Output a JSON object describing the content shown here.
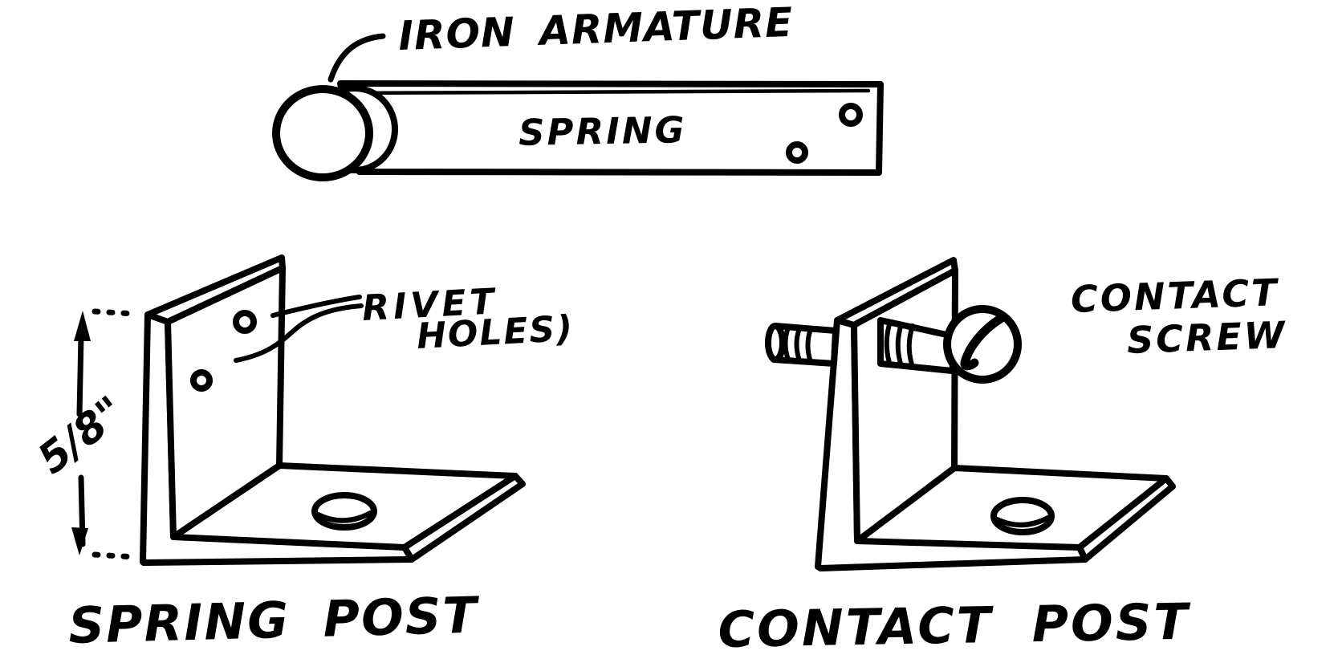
{
  "figure": {
    "paper_color": "#ffffff",
    "ink_color": "#000000",
    "armature_assembly": {
      "label_iron_armature": "IRON ARMATURE",
      "label_spring": "SPRING"
    },
    "spring_post": {
      "caption": "SPRING POST",
      "rivet_label_line1": "RIVET",
      "rivet_label_line2": "HOLES)",
      "dimension": "5/8\""
    },
    "contact_post": {
      "caption": "CONTACT POST",
      "screw_label_line1": "CONTACT",
      "screw_label_line2": "SCREW"
    }
  }
}
